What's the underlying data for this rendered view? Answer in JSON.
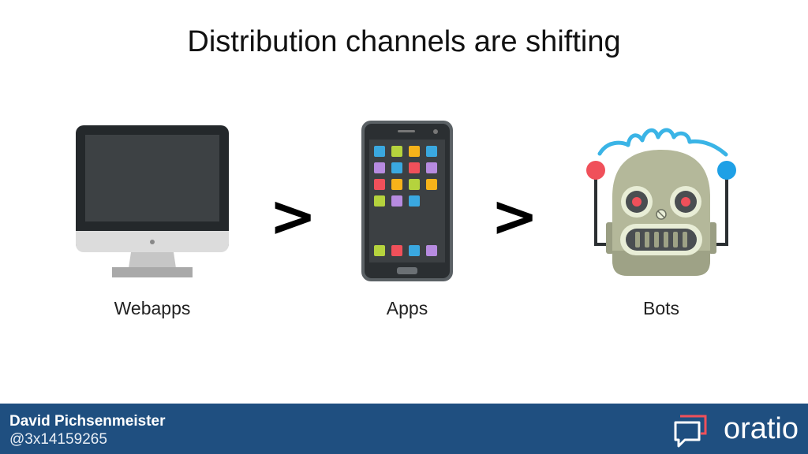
{
  "slide": {
    "title": "Distribution channels are shifting",
    "items": [
      {
        "label": "Webapps",
        "icon": "desktop-monitor-icon"
      },
      {
        "label": "Apps",
        "icon": "smartphone-icon"
      },
      {
        "label": "Bots",
        "icon": "robot-face-icon"
      }
    ],
    "separator": ">"
  },
  "footer": {
    "author_name": "David Pichsenmeister",
    "author_handle": "@3x14159265",
    "brand": "oratio",
    "brand_icon": "chat-bubbles-icon"
  },
  "colors": {
    "footer_bg": "#1f4f80",
    "robot_antenna_left": "#f0505a",
    "robot_antenna_right": "#1ea0e6",
    "robot_hair": "#3ab4e6",
    "robot_head": "#b4b89a"
  }
}
